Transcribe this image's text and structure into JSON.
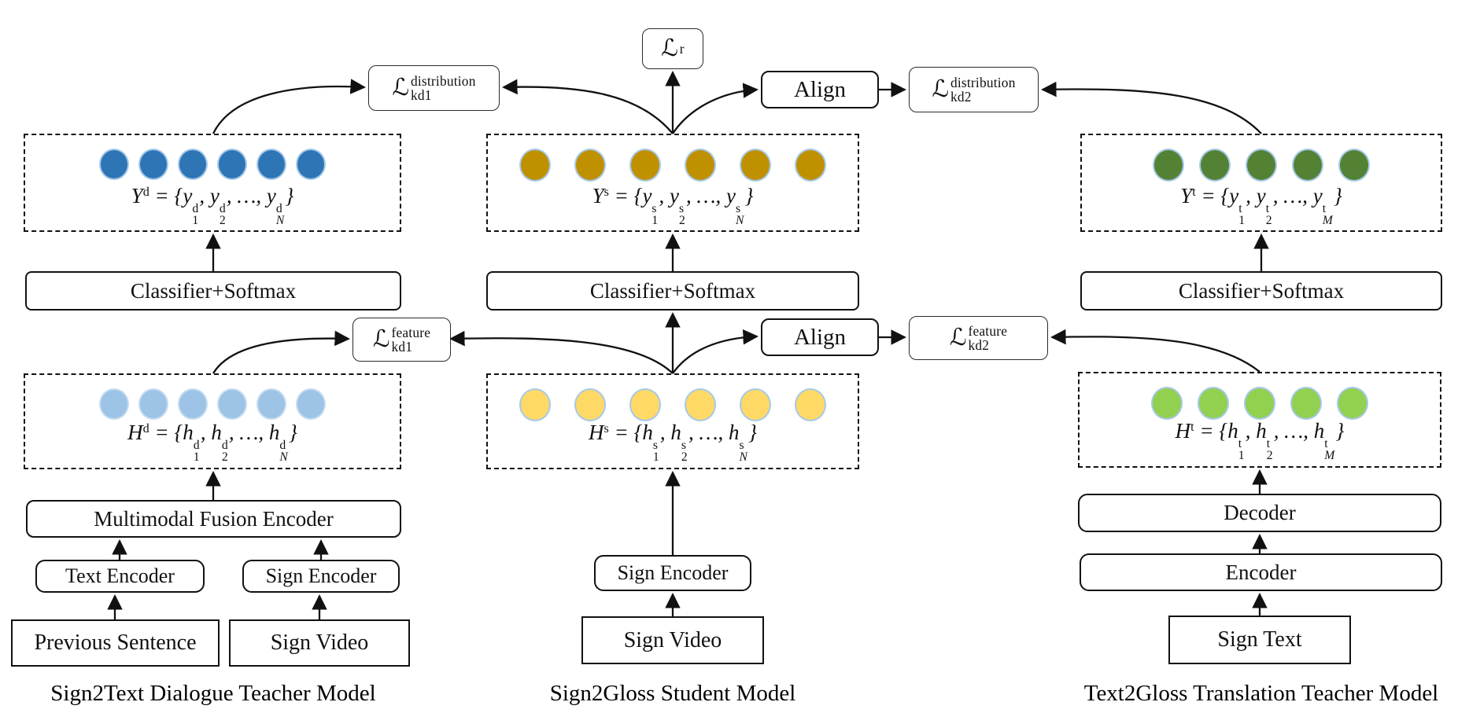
{
  "figure": {
    "losses": {
      "reconstruction": {
        "sym": "ℒ",
        "sup": "",
        "sub": "r"
      },
      "kd1_distribution": {
        "sym": "ℒ",
        "sup": "distribution",
        "sub": "kd1"
      },
      "kd1_feature": {
        "sym": "ℒ",
        "sup": "feature",
        "sub": "kd1"
      },
      "kd2_distribution": {
        "sym": "ℒ",
        "sup": "distribution",
        "sub": "kd2"
      },
      "kd2_feature": {
        "sym": "ℒ",
        "sup": "feature",
        "sub": "kd2"
      }
    },
    "align_labels": {
      "distribution": "Align",
      "feature": "Align"
    },
    "left": {
      "caption": "Sign2Text Dialogue Teacher Model",
      "classifier": "Classifier+Softmax",
      "fusion_encoder": "Multimodal Fusion Encoder",
      "text_encoder": "Text Encoder",
      "sign_encoder": "Sign Encoder",
      "input_prev": "Previous Sentence",
      "input_video": "Sign Video",
      "output_formula": {
        "V": "Y",
        "Vsup": "d",
        "base": "y",
        "tsup": "d",
        "subs": [
          "1",
          "2"
        ],
        "lastSub": "N"
      },
      "hidden_formula": {
        "V": "H",
        "Vsup": "d",
        "base": "h",
        "tsup": "d",
        "subs": [
          "1",
          "2"
        ],
        "lastSub": "N"
      },
      "output_nodes": {
        "count": 6,
        "color": "#2E75B6",
        "ring": "#A6C9E8"
      },
      "hidden_nodes": {
        "count": 6,
        "color": "#9DC3E6",
        "ring": "#C5DCF0"
      }
    },
    "middle": {
      "caption": "Sign2Gloss Student Model",
      "classifier": "Classifier+Softmax",
      "sign_encoder": "Sign Encoder",
      "input_video": "Sign Video",
      "output_formula": {
        "V": "Y",
        "Vsup": "s",
        "base": "y",
        "tsup": "s",
        "subs": [
          "1",
          "2"
        ],
        "lastSub": "N"
      },
      "hidden_formula": {
        "V": "H",
        "Vsup": "s",
        "base": "h",
        "tsup": "s",
        "subs": [
          "1",
          "2"
        ],
        "lastSub": "N"
      },
      "output_nodes": {
        "count": 6,
        "color": "#BF9000",
        "ring": "#A6C9E8"
      },
      "hidden_nodes": {
        "count": 6,
        "color": "#FFD966",
        "ring": "#A6C9E8"
      }
    },
    "right": {
      "caption": "Text2Gloss Translation Teacher Model",
      "classifier": "Classifier+Softmax",
      "decoder": "Decoder",
      "encoder": "Encoder",
      "input_text": "Sign Text",
      "output_formula": {
        "V": "Y",
        "Vsup": "t",
        "base": "y",
        "tsup": "t",
        "subs": [
          "1",
          "2"
        ],
        "lastSub": "M"
      },
      "hidden_formula": {
        "V": "H",
        "Vsup": "t",
        "base": "h",
        "tsup": "t",
        "subs": [
          "1",
          "2"
        ],
        "lastSub": "M"
      },
      "output_nodes": {
        "count": 5,
        "color": "#548235",
        "ring": "#A6C9E8"
      },
      "hidden_nodes": {
        "count": 5,
        "color": "#92D050",
        "ring": "#A6C9E8"
      }
    }
  }
}
